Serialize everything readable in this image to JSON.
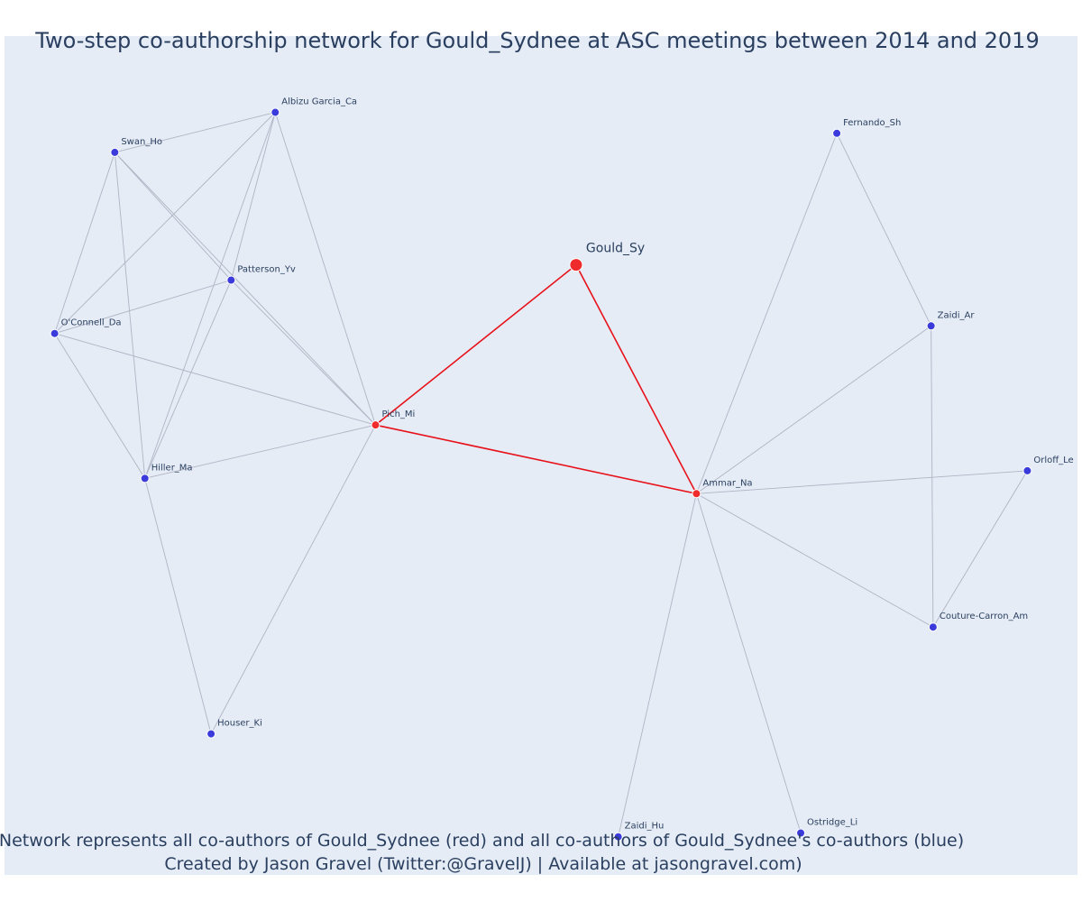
{
  "title": "Two-step co-authorship network for Gould_Sydnee at ASC meetings between 2014 and 2019",
  "caption": {
    "line1": "Network represents all co-authors of Gould_Sydnee (red) and all co-authors of Gould_Sydnee's co-authors (blue)",
    "line2": "Created by Jason Gravel (Twitter:@GravelJ) | Available at jasongravel.com)"
  },
  "colors": {
    "background": "#e5ecf6",
    "coauthor_red": "#ef2b2b",
    "second_step_blue": "#3b3bdb",
    "edge_red": "#e8111a",
    "edge_gray": "#b0b4c4",
    "text": "#2a3f5f"
  },
  "chart_data": {
    "type": "network",
    "nodes": [
      {
        "id": "Gould_Sy",
        "group": "focal",
        "x": 0.0,
        "y": 0.0
      },
      {
        "id": "Pich_Mi",
        "group": "red",
        "x": -1.0,
        "y": -0.84
      },
      {
        "id": "Ammar_Na",
        "group": "red",
        "x": 0.6,
        "y": -1.2
      },
      {
        "id": "Albizu Garcia_Ca",
        "group": "blue",
        "x": -1.5,
        "y": 0.8
      },
      {
        "id": "Swan_Ho",
        "group": "blue",
        "x": -2.3,
        "y": 0.59
      },
      {
        "id": "Patterson_Yv",
        "group": "blue",
        "x": -1.72,
        "y": -0.08
      },
      {
        "id": "O'Connell_Da",
        "group": "blue",
        "x": -2.6,
        "y": -0.36
      },
      {
        "id": "Hiller_Ma",
        "group": "blue",
        "x": -2.15,
        "y": -1.12
      },
      {
        "id": "Houser_Ki",
        "group": "blue",
        "x": -1.82,
        "y": -2.46
      },
      {
        "id": "Fernando_Sh",
        "group": "blue",
        "x": 1.3,
        "y": 0.69
      },
      {
        "id": "Zaidi_Ar",
        "group": "blue",
        "x": 1.77,
        "y": -0.32
      },
      {
        "id": "Orloff_Le",
        "group": "blue",
        "x": 2.25,
        "y": -1.08
      },
      {
        "id": "Couture-Carron_Am",
        "group": "blue",
        "x": 1.78,
        "y": -1.9
      },
      {
        "id": "Zaidi_Hu",
        "group": "blue",
        "x": 0.21,
        "y": -3.0
      },
      {
        "id": "Ostridge_Li",
        "group": "blue",
        "x": 1.12,
        "y": -2.98
      }
    ],
    "edges": [
      {
        "source": "Gould_Sy",
        "target": "Pich_Mi",
        "kind": "red"
      },
      {
        "source": "Gould_Sy",
        "target": "Ammar_Na",
        "kind": "red"
      },
      {
        "source": "Pich_Mi",
        "target": "Ammar_Na",
        "kind": "red"
      },
      {
        "source": "Pich_Mi",
        "target": "Albizu Garcia_Ca",
        "kind": "gray"
      },
      {
        "source": "Pich_Mi",
        "target": "Swan_Ho",
        "kind": "gray"
      },
      {
        "source": "Pich_Mi",
        "target": "Patterson_Yv",
        "kind": "gray"
      },
      {
        "source": "Pich_Mi",
        "target": "O'Connell_Da",
        "kind": "gray"
      },
      {
        "source": "Pich_Mi",
        "target": "Hiller_Ma",
        "kind": "gray"
      },
      {
        "source": "Pich_Mi",
        "target": "Houser_Ki",
        "kind": "gray"
      },
      {
        "source": "Albizu Garcia_Ca",
        "target": "Swan_Ho",
        "kind": "gray"
      },
      {
        "source": "Albizu Garcia_Ca",
        "target": "O'Connell_Da",
        "kind": "gray"
      },
      {
        "source": "Albizu Garcia_Ca",
        "target": "Hiller_Ma",
        "kind": "gray"
      },
      {
        "source": "Albizu Garcia_Ca",
        "target": "Patterson_Yv",
        "kind": "gray"
      },
      {
        "source": "Swan_Ho",
        "target": "Patterson_Yv",
        "kind": "gray"
      },
      {
        "source": "Swan_Ho",
        "target": "O'Connell_Da",
        "kind": "gray"
      },
      {
        "source": "Swan_Ho",
        "target": "Hiller_Ma",
        "kind": "gray"
      },
      {
        "source": "Patterson_Yv",
        "target": "O'Connell_Da",
        "kind": "gray"
      },
      {
        "source": "Patterson_Yv",
        "target": "Hiller_Ma",
        "kind": "gray"
      },
      {
        "source": "O'Connell_Da",
        "target": "Hiller_Ma",
        "kind": "gray"
      },
      {
        "source": "Hiller_Ma",
        "target": "Houser_Ki",
        "kind": "gray"
      },
      {
        "source": "Ammar_Na",
        "target": "Fernando_Sh",
        "kind": "gray"
      },
      {
        "source": "Ammar_Na",
        "target": "Zaidi_Ar",
        "kind": "gray"
      },
      {
        "source": "Ammar_Na",
        "target": "Orloff_Le",
        "kind": "gray"
      },
      {
        "source": "Ammar_Na",
        "target": "Couture-Carron_Am",
        "kind": "gray"
      },
      {
        "source": "Ammar_Na",
        "target": "Zaidi_Hu",
        "kind": "gray"
      },
      {
        "source": "Ammar_Na",
        "target": "Ostridge_Li",
        "kind": "gray"
      },
      {
        "source": "Fernando_Sh",
        "target": "Zaidi_Ar",
        "kind": "gray"
      },
      {
        "source": "Zaidi_Ar",
        "target": "Couture-Carron_Am",
        "kind": "gray"
      },
      {
        "source": "Orloff_Le",
        "target": "Couture-Carron_Am",
        "kind": "gray"
      }
    ],
    "xlim": [
      -2.85,
      2.5
    ],
    "ylim": [
      -3.2,
      1.2
    ],
    "grid": false,
    "legend": "none"
  }
}
